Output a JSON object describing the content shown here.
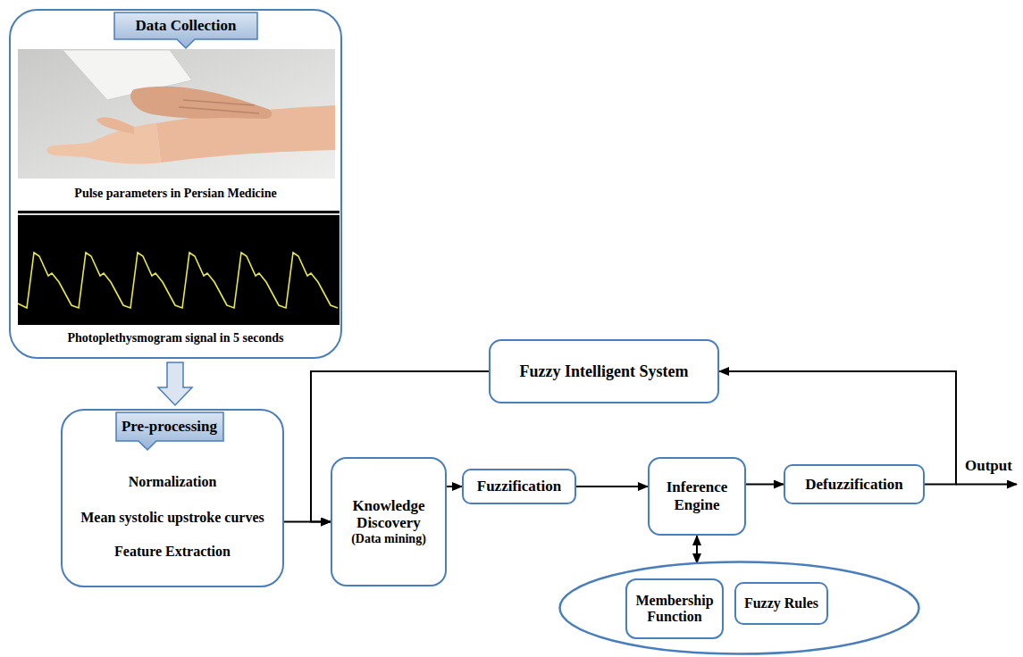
{
  "diagram": {
    "nodes": [
      {
        "text": [
          "Data Collection",
          "Pulse parameters in Persian Medicine",
          "Photoplethysmogram signal in 5 seconds"
        ]
      },
      {
        "text": [
          "Pre-processing",
          "Normalization",
          "Mean systolic upstroke curves",
          "Feature Extraction"
        ]
      },
      {
        "text": [
          "Fuzzy Intelligent System"
        ]
      },
      {
        "text": [
          "Knowledge Discovery",
          "(Data mining)"
        ]
      },
      {
        "text": [
          "Fuzzification"
        ]
      },
      {
        "text": [
          "Inference Engine"
        ]
      },
      {
        "text": [
          "Defuzzification"
        ]
      },
      {
        "text": []
      },
      {
        "text": [
          "Membership Function"
        ],
        "in": 7
      },
      {
        "text": [
          "Fuzzy Rules"
        ],
        "in": 7
      }
    ],
    "edges": [
      {
        "from": 0,
        "to": 1,
        "arrow": "to"
      },
      {
        "from": 1,
        "to": 3,
        "arrow": "to"
      },
      {
        "from": 3,
        "to": 4,
        "arrow": "to"
      },
      {
        "from": 4,
        "to": 5,
        "arrow": "to"
      },
      {
        "from": 5,
        "to": 6,
        "arrow": "to"
      },
      {
        "from": 5,
        "to": 7,
        "arrow": "both"
      },
      {
        "from": 6,
        "to": 2,
        "arrow": "to"
      },
      {
        "from": 2,
        "to": 3,
        "arrow": "to"
      }
    ],
    "labels": [
      "Output"
    ]
  }
}
